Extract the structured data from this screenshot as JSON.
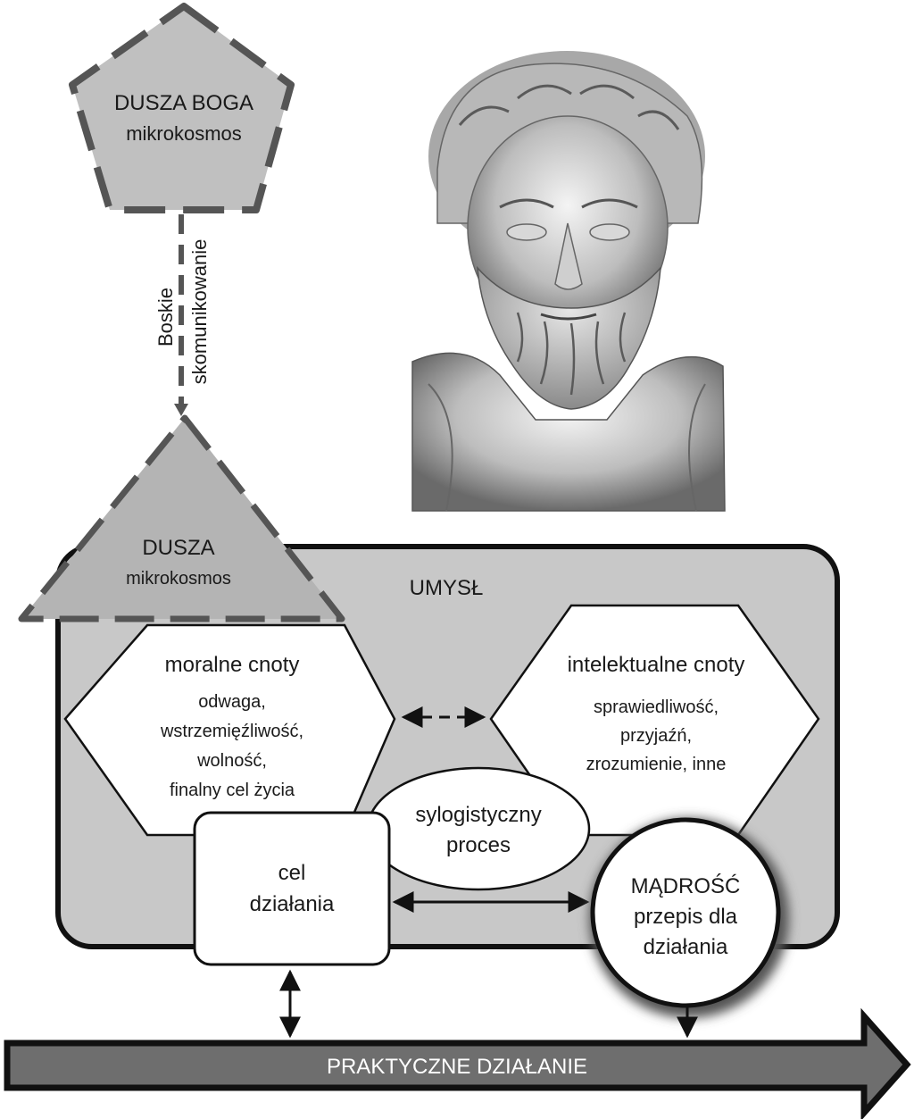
{
  "god_soul": {
    "title": "DUSZA BOGA",
    "subtitle": "mikrokosmos"
  },
  "divine_link": {
    "line1": "Boskie",
    "line2": "skomunikowanie"
  },
  "soul": {
    "title": "DUSZA",
    "subtitle": "mikrokosmos"
  },
  "mind": {
    "title": "UMYSŁ"
  },
  "moral_virtues": {
    "title": "moralne cnoty",
    "items": [
      "odwaga,",
      "wstrzemięźliwość,",
      "wolność,",
      "finalny cel życia"
    ]
  },
  "intellectual_virtues": {
    "title": "intelektualne cnoty",
    "items": [
      "sprawiedliwość,",
      "przyjaźń,",
      "zrozumienie, inne"
    ]
  },
  "syllogistic": {
    "line1": "sylogistyczny",
    "line2": "proces"
  },
  "action_goal": {
    "line1": "cel",
    "line2": "działania"
  },
  "wisdom": {
    "line1": "MĄDROŚĆ",
    "line2": "przepis dla",
    "line3": "działania"
  },
  "practical_action": {
    "label": "PRAKTYCZNE DZIAŁANIE"
  },
  "portrait": {
    "subject": "aristotle-bust"
  },
  "colors": {
    "fill_gray": "#c8c8c8",
    "stroke_dark": "#333333",
    "stroke_dashed": "#555555",
    "bar_fill": "#6e6e6e",
    "text": "#1a1a1a"
  }
}
